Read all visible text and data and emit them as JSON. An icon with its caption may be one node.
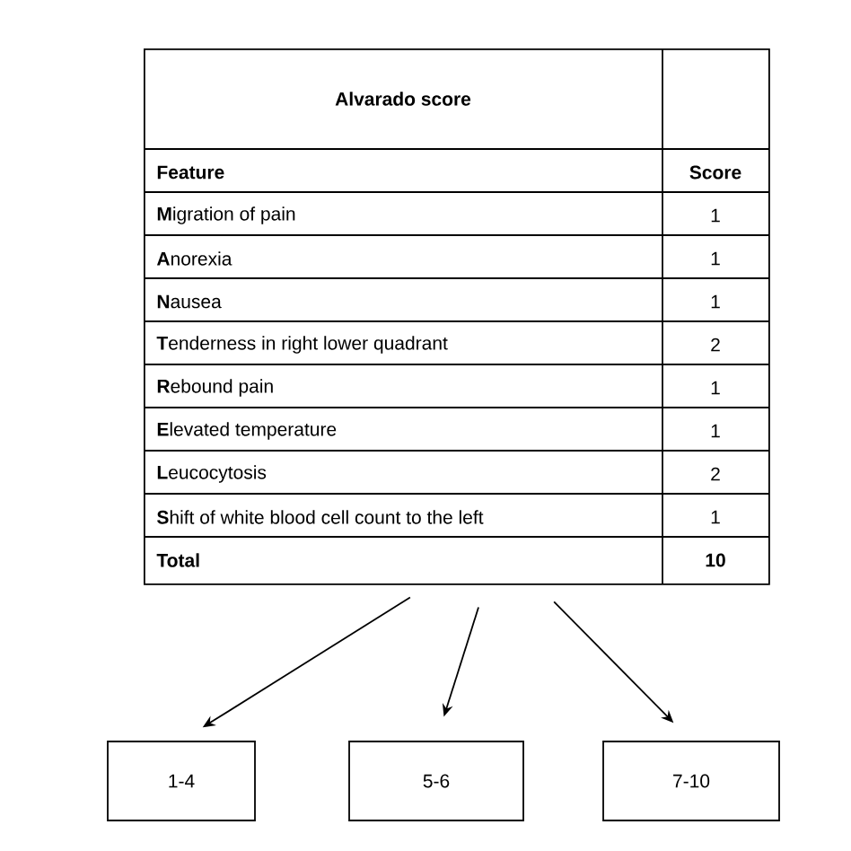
{
  "diagram": {
    "nodes": [
      {
        "text": [
          "Alvarado score"
        ]
      },
      {
        "text": [
          "1-4"
        ]
      },
      {
        "text": [
          "5-6"
        ]
      },
      {
        "text": [
          "7-10"
        ]
      }
    ],
    "edges": [
      {
        "from": 0,
        "to": 1,
        "arrow": "to"
      },
      {
        "from": 0,
        "to": 2,
        "arrow": "to"
      },
      {
        "from": 0,
        "to": 3,
        "arrow": "to"
      }
    ],
    "labels": [
      "Feature",
      "Score",
      "**M**igration of pain",
      "1",
      "**A**norexia",
      "1",
      "**N**ausea",
      "1",
      "**T**enderness in right lower quadrant",
      "2",
      "**R**ebound pain",
      "1",
      "**E**levated temperature",
      "1",
      "**L**eucocytosis",
      "2",
      "**S**hift of white blood cell count to the left",
      "1",
      "Total",
      "10"
    ]
  }
}
